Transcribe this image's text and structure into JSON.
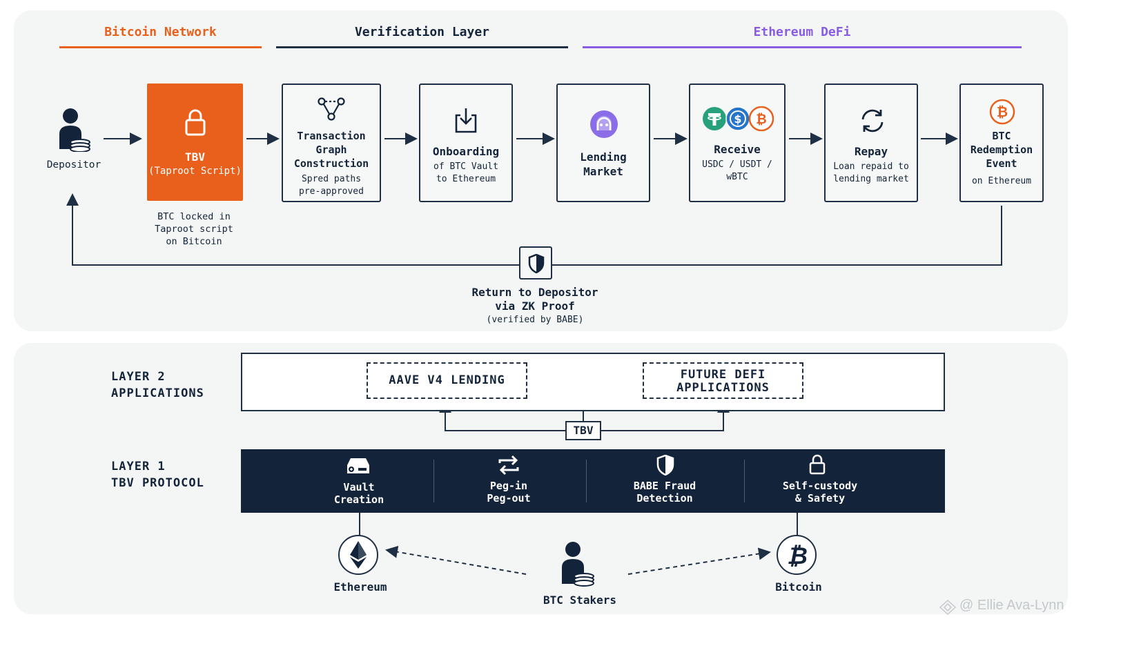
{
  "headers": {
    "bitcoin": "Bitcoin Network",
    "verification": "Verification Layer",
    "ethereum": "Ethereum DeFi"
  },
  "colors": {
    "bitcoin_orange": "#e8601c",
    "ethereum_purple": "#8a5ce6",
    "navy": "#13243a",
    "panel_bg": "#f3f6f4",
    "tether_green": "#26a17b",
    "usdc_blue": "#2775ca",
    "lending_purple": "#8b6de8"
  },
  "flow": {
    "depositor": {
      "label": "Depositor",
      "icon": "user-coins-icon"
    },
    "tbv": {
      "title": "TBV",
      "subtitle": "(Taproot Script)",
      "icon": "lock-icon",
      "caption": "BTC locked in\nTaproot script\non Bitcoin"
    },
    "transaction_graph": {
      "title": "Transaction\nGraph\nConstruction",
      "subtitle": "Spred paths\npre-approved",
      "icon": "graph-nodes-icon"
    },
    "onboarding": {
      "title": "Onboarding",
      "subtitle": "of BTC Vault\nto Ethereum",
      "icon": "download-tray-icon"
    },
    "lending_market": {
      "title": "Lending\nMarket",
      "icon": "lending-ghost-icon"
    },
    "receive": {
      "title": "Receive",
      "subtitle": "USDC / USDT /\nwBTC",
      "icons": [
        "tether-icon",
        "usdc-icon",
        "bitcoin-coin-icon"
      ]
    },
    "repay": {
      "title": "Repay",
      "subtitle": "Loan repaid to\nlending market",
      "icon": "refresh-cycle-icon"
    },
    "redemption": {
      "title": "BTC\nRedemption\nEvent",
      "subtitle": "on Ethereum",
      "icon": "bitcoin-coin-icon"
    },
    "return_path": {
      "line1": "Return to Depositor",
      "line2": "via ZK Proof",
      "line3": "(verified by BABE)",
      "icon": "shield-icon"
    }
  },
  "layer2": {
    "label": "LAYER 2\nAPPLICATIONS",
    "apps": [
      "AAVE V4 LENDING",
      "FUTURE DEFI\nAPPLICATIONS"
    ],
    "connector": "TBV"
  },
  "layer1": {
    "label": "LAYER 1\nTBV PROTOCOL",
    "features": [
      {
        "label": "Vault\nCreation",
        "icon": "vault-car-icon"
      },
      {
        "label": "Peg-in\nPeg-out",
        "icon": "swap-arrows-icon"
      },
      {
        "label": "BABE Fraud\nDetection",
        "icon": "shield-icon"
      },
      {
        "label": "Self-custody\n& Safety",
        "icon": "lock-icon"
      }
    ]
  },
  "bottom": {
    "ethereum": "Ethereum",
    "stakers": "BTC Stakers",
    "bitcoin": "Bitcoin"
  },
  "watermark": "@ Ellie Ava-Lynn"
}
